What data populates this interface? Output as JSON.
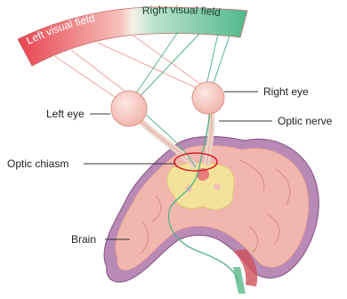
{
  "fields": {
    "left": "Left visual field",
    "right": "Right visual field"
  },
  "labels": {
    "left_eye": "Left eye",
    "right_eye": "Right eye",
    "optic_nerve": "Optic nerve",
    "optic_chiasm": "Optic chiasm",
    "brain": "Brain"
  },
  "colors": {
    "left_field": "#e8434f",
    "right_field": "#4fb98a",
    "brain_outer": "#b98ab6",
    "brain_inner": "#f1b7ae",
    "chiasm": "#f3e39a",
    "pathway_red": "#f2a0a0",
    "pathway_green": "#5ab38a",
    "highlight_ring": "#d92128"
  }
}
